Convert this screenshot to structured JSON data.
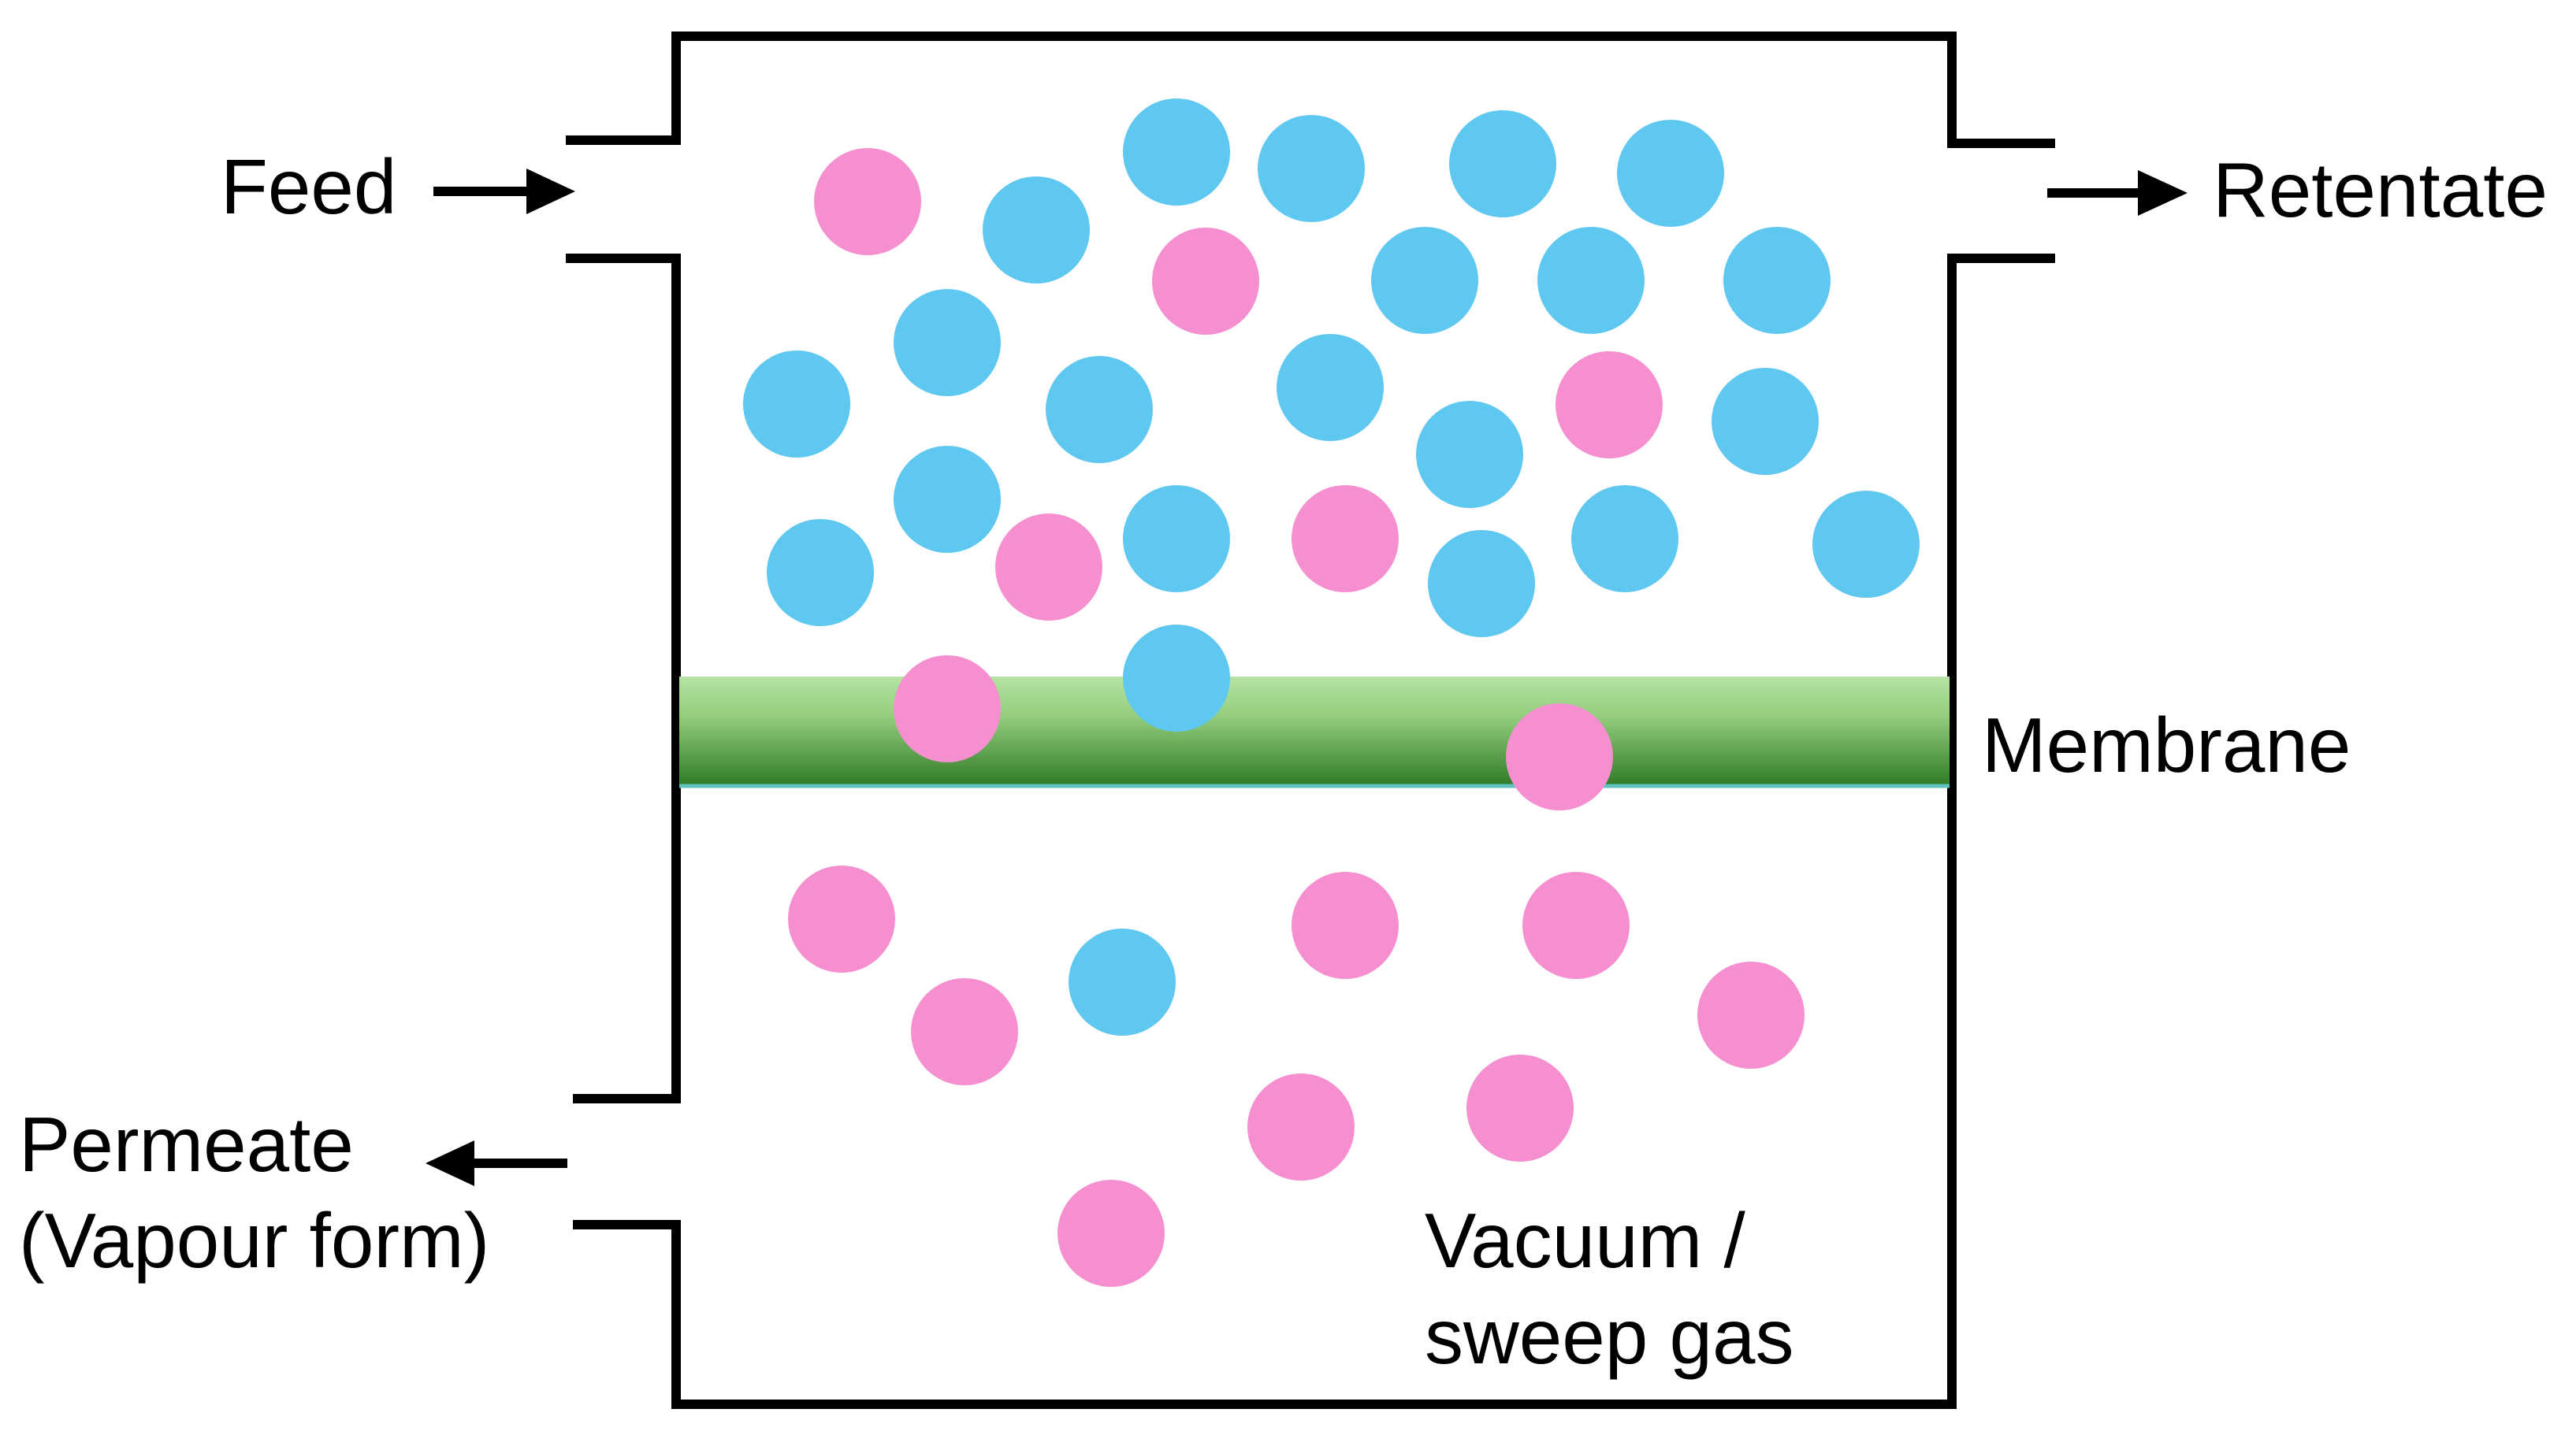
{
  "labels": {
    "feed": "Feed",
    "retentate": "Retentate",
    "membrane": "Membrane",
    "permeate_line1": "Permeate",
    "permeate_line2": "(Vapour form)",
    "vacuum_line1": "Vacuum /",
    "vacuum_line2": "sweep gas"
  },
  "colors": {
    "blue_molecule": "#5fc8f1",
    "pink_molecule": "#f58fd0",
    "membrane_light": "#b5e3a3",
    "membrane_dark": "#2f7a28",
    "outline": "#000000"
  }
}
